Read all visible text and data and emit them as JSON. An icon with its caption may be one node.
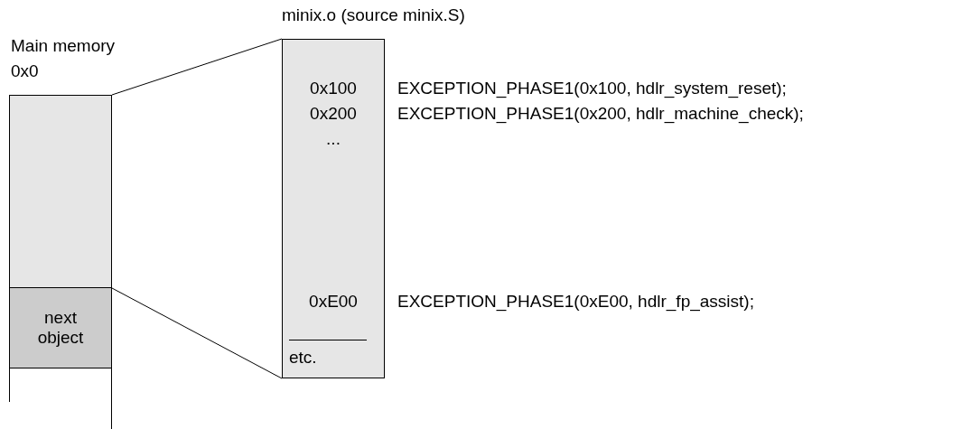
{
  "diagram": {
    "nodes": [
      {
        "text": [
          "Main memory",
          "0x0"
        ]
      },
      {
        "text": [
          "next object"
        ]
      },
      {
        "text": [
          "minix.o (source minix.S)",
          "0x100",
          "0x200",
          "...",
          "0xE00",
          "etc."
        ]
      }
    ],
    "edges": [
      {
        "from": 0,
        "to": 2,
        "arrow": "none"
      },
      {
        "from": 0,
        "to": 2,
        "arrow": "none"
      }
    ],
    "labels": [
      "EXCEPTION_PHASE1(0x100, hdlr_system_reset);",
      "EXCEPTION_PHASE1(0x200, hdlr_machine_check);",
      "EXCEPTION_PHASE1(0xE00, hdlr_fp_assist);"
    ]
  }
}
